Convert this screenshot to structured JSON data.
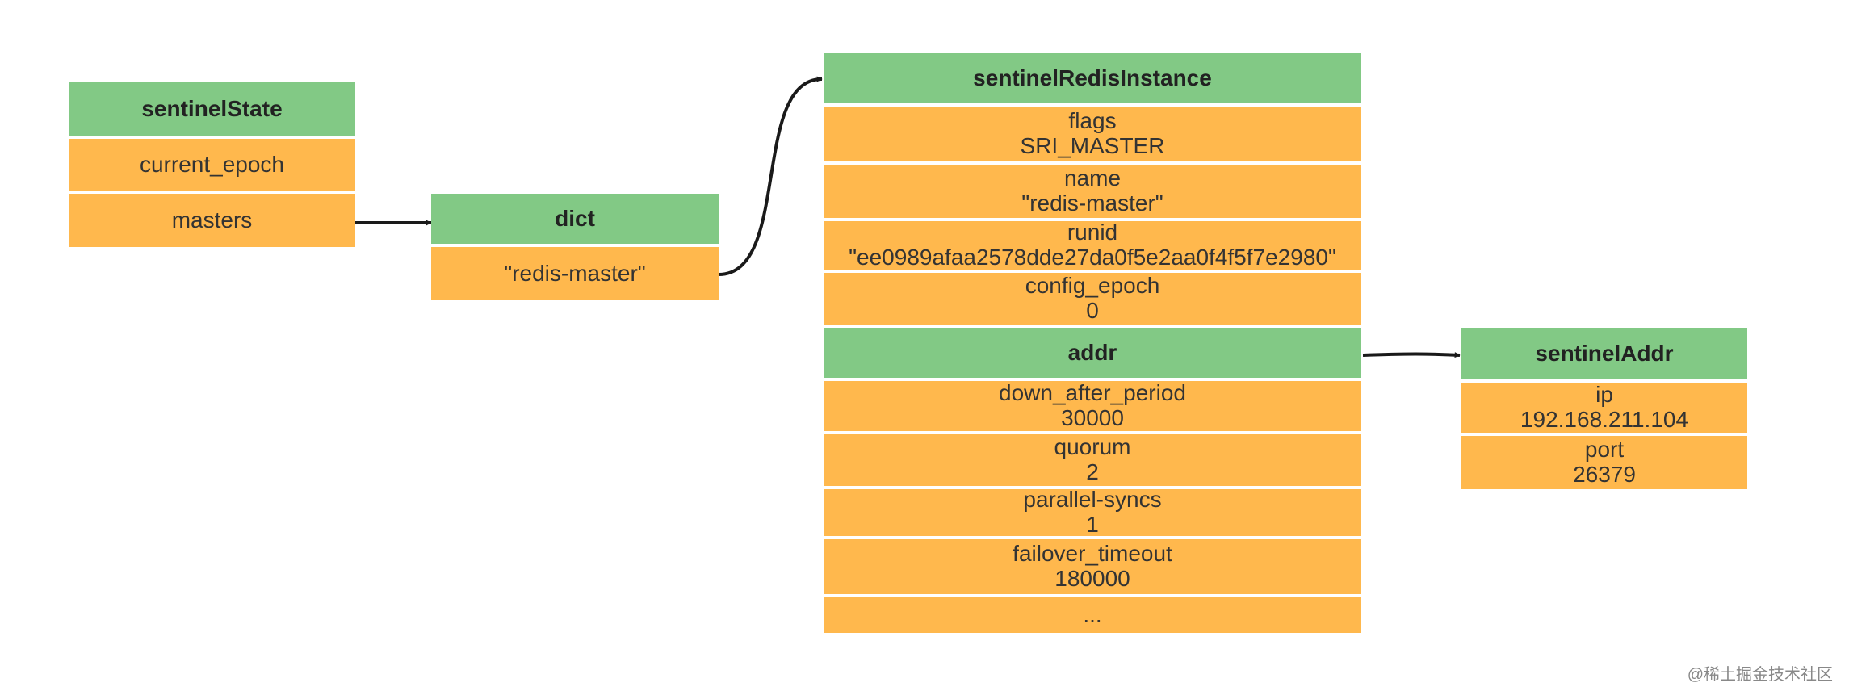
{
  "colors": {
    "header": "#82c985",
    "field": "#ffb84d",
    "arrow": "#1a1a1a"
  },
  "sentinelState": {
    "title": "sentinelState",
    "fields": [
      "current_epoch",
      "masters"
    ]
  },
  "dict": {
    "title": "dict",
    "fields": [
      "\"redis-master\""
    ]
  },
  "sentinelRedisInstance": {
    "title": "sentinelRedisInstance",
    "fields": [
      {
        "name": "flags",
        "value": "SRI_MASTER"
      },
      {
        "name": "name",
        "value": "\"redis-master\""
      },
      {
        "name": "runid",
        "value": "\"ee0989afaa2578dde27da0f5e2aa0f4f5f7e2980\""
      },
      {
        "name": "config_epoch",
        "value": "0"
      }
    ],
    "addr_label": "addr",
    "fields_after": [
      {
        "name": "down_after_period",
        "value": "30000"
      },
      {
        "name": "quorum",
        "value": "2"
      },
      {
        "name": "parallel-syncs",
        "value": "1"
      },
      {
        "name": "failover_timeout",
        "value": "180000"
      }
    ],
    "ellipsis": "..."
  },
  "sentinelAddr": {
    "title": "sentinelAddr",
    "fields": [
      {
        "name": "ip",
        "value": "192.168.211.104"
      },
      {
        "name": "port",
        "value": "26379"
      }
    ]
  },
  "watermark": "@稀土掘金技术社区"
}
